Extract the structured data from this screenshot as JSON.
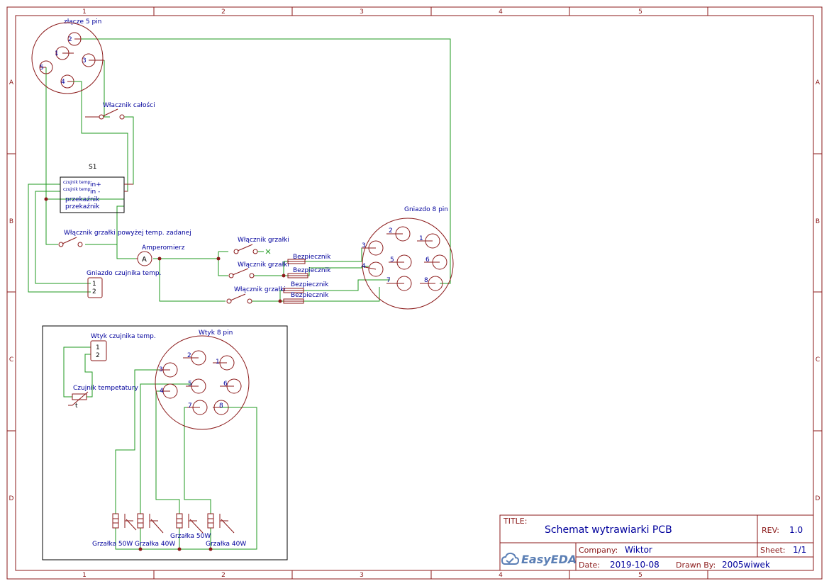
{
  "frame": {
    "columns": [
      "1",
      "2",
      "3",
      "4",
      "5"
    ],
    "rows": [
      "A",
      "B",
      "C",
      "D"
    ]
  },
  "components": {
    "connector_5pin": {
      "label": "złącze 5 pin",
      "pins": [
        "1",
        "2",
        "3",
        "4",
        "5"
      ]
    },
    "main_switch": {
      "label": "Włacznik całości"
    },
    "module_s1": {
      "label": "S1",
      "pins": [
        {
          "small": "czujnik temp",
          "big": "in+"
        },
        {
          "small": "czujnik temp",
          "big": "in -"
        },
        {
          "small": "",
          "big": "przekaźnik"
        },
        {
          "small": "",
          "big": "przekaźnik"
        }
      ]
    },
    "heater_over_temp_switch": {
      "label": "Włącznik grzałki powyżej temp. zadanej"
    },
    "ammeter": {
      "label": "Amperomierz",
      "symbol": "A"
    },
    "sensor_socket": {
      "label": "Gniazdo czujnika temp.",
      "pins": [
        "1",
        "2"
      ]
    },
    "heater_switches": [
      "Włącznik grzałki",
      "Włącznik grzałki",
      "Włącznik grzałki"
    ],
    "fuses": [
      "Bezpiecznik",
      "Bezpiecznik",
      "Bezpiecznik",
      "Bezpiecznik"
    ],
    "socket_8pin": {
      "label": "Gniazdo 8 pin",
      "pins": [
        "1",
        "2",
        "3",
        "4",
        "5",
        "6",
        "7",
        "8"
      ]
    },
    "sensor_plug": {
      "label": "Wtyk czujnika temp.",
      "pins": [
        "1",
        "2"
      ]
    },
    "temp_sensor": {
      "label": "Czujnik tempetatury",
      "symbol": "t"
    },
    "plug_8pin": {
      "label": "Wtyk 8 pin",
      "pins": [
        "1",
        "2",
        "3",
        "4",
        "5",
        "6",
        "7",
        "8"
      ]
    },
    "heaters": [
      "Grzałka 50W",
      "Grzałka 40W",
      "Grzałka 50W",
      "Grzałka 40W"
    ]
  },
  "title_block": {
    "title_key": "TITLE:",
    "title": "Schemat wytrawiarki PCB",
    "rev_key": "REV:",
    "rev": "1.0",
    "company_key": "Company:",
    "company": "Wiktor",
    "sheet_key": "Sheet:",
    "sheet": "1/1",
    "date_key": "Date:",
    "date": "2019-10-08",
    "drawn_key": "Drawn By:",
    "drawn_by": "2005wiwek",
    "logo": "EasyEDA"
  },
  "colors": {
    "frame": "#8b1a1a",
    "wire": "#1f9a1f",
    "label": "#00009c",
    "logo": "#5b7fb5"
  }
}
